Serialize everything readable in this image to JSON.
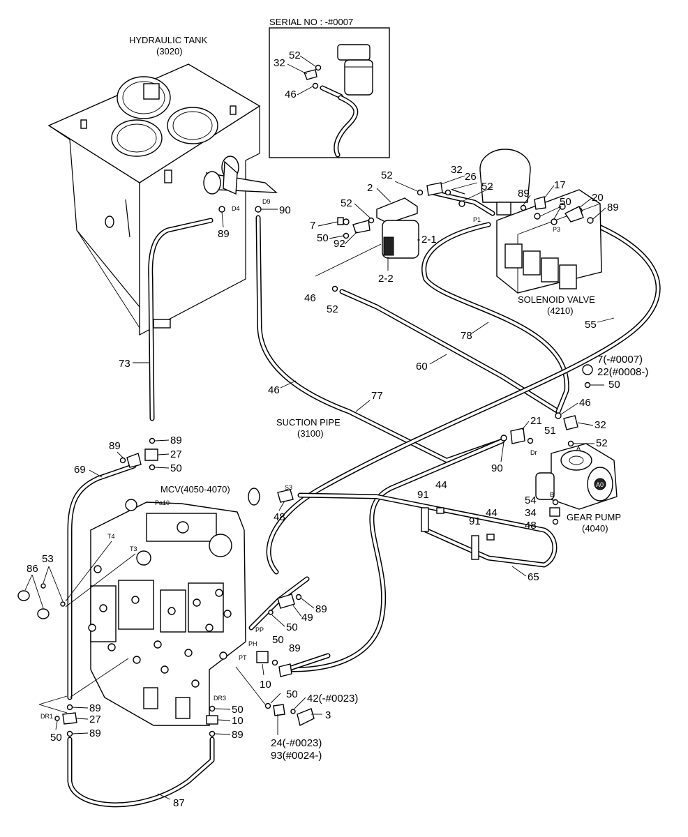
{
  "titles": {
    "serial_box": "SERIAL NO : -#0007",
    "hydraulic_tank": "HYDRAULIC TANK",
    "hydraulic_tank_no": "(3020)",
    "solenoid_valve": "SOLENOID VALVE",
    "solenoid_valve_no": "(4210)",
    "suction_pipe": "SUCTION PIPE",
    "suction_pipe_no": "(3100)",
    "gear_pump": "GEAR PUMP",
    "gear_pump_no": "(4040)",
    "mcv": "MCV(4050-4070)"
  },
  "part_labels": {
    "inset_52": "52",
    "inset_32": "32",
    "inset_46": "46",
    "tank_89": "89",
    "tank_90": "90",
    "sv_32": "32",
    "sv_26": "26",
    "sv_52a": "52",
    "sv_52b": "52",
    "sv_2": "2",
    "sv_52c": "52",
    "sv_7": "7",
    "sv_50a": "50",
    "sv_92": "92",
    "sv_2_1": "2-1",
    "sv_2_2": "2-2",
    "sv_89a": "89",
    "sv_17": "17",
    "sv_50b": "50",
    "sv_20": "20",
    "sv_89b": "89",
    "h46_a": "46",
    "h52_a": "52",
    "h78": "78",
    "h55": "55",
    "h60": "60",
    "h73": "73",
    "h46_b": "46",
    "h77": "77",
    "gp_7": "7(-#0007)",
    "gp_22": "22(#0008-)",
    "gp_50": "50",
    "gp_46": "46",
    "gp_32": "32",
    "gp_21": "21",
    "gp_51": "51",
    "gp_52": "52",
    "gp_90": "90",
    "gp_54": "54",
    "gp_34": "34",
    "gp_48": "48",
    "m89a": "89",
    "m89b": "89",
    "m27a": "27",
    "m50a": "50",
    "m69": "69",
    "s48": "48",
    "b91a": "91",
    "b44a": "44",
    "b91b": "91",
    "b44b": "44",
    "h65": "65",
    "l86": "86",
    "l53": "53",
    "r89a": "89",
    "r49": "49",
    "r50a": "50",
    "r50b": "50",
    "r89b": "89",
    "r10a": "10",
    "r50c": "50",
    "r42": "42(-#0023)",
    "r3": "3",
    "r24": "24(-#0023)",
    "r93": "93(#0024-)",
    "d89a": "89",
    "d27": "27",
    "d50a": "50",
    "d89b": "89",
    "d50b": "50",
    "d10": "10",
    "d89c": "89",
    "h87": "87"
  },
  "port_labels": {
    "d4": "D4",
    "d9": "D9",
    "p1": "P1",
    "p3": "P3",
    "dr": "Dr",
    "a": "A",
    "b": "B",
    "s3": "S3",
    "t4": "T4",
    "t3": "T3",
    "pa10": "Pa10",
    "pp": "PP",
    "ph": "PH",
    "pt": "PT",
    "dr3": "DR3",
    "dr1": "DR1",
    "a0": "A0"
  }
}
